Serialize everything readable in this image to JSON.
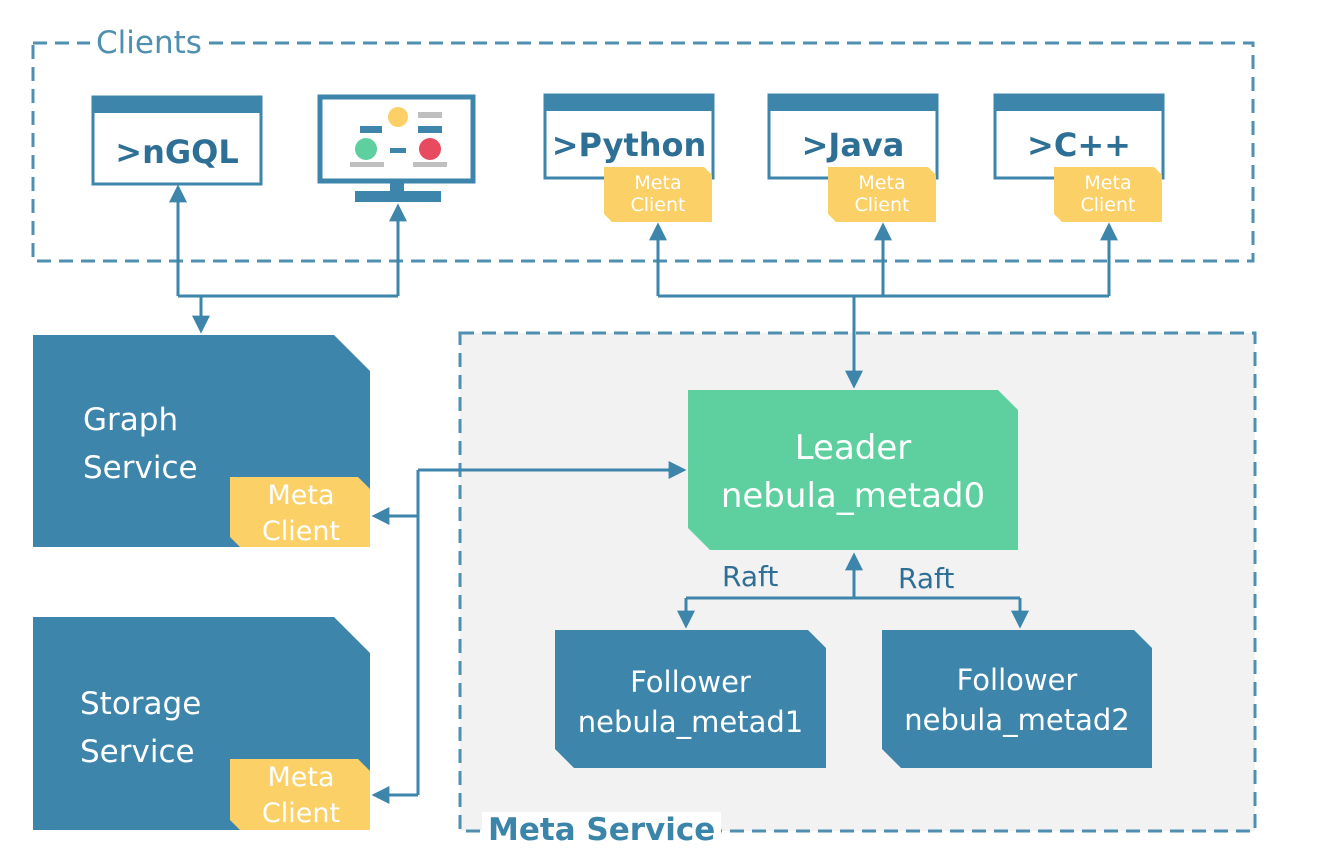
{
  "clients": {
    "title": "Clients",
    "ngql": ">nGQL",
    "python": ">Python",
    "java": ">Java",
    "cpp": ">C++",
    "meta_client": "Meta Client"
  },
  "graph_service": {
    "line1": "Graph",
    "line2": "Service",
    "meta_line1": "Meta",
    "meta_line2": "Client"
  },
  "storage_service": {
    "line1": "Storage",
    "line2": "Service",
    "meta_line1": "Meta",
    "meta_line2": "Client"
  },
  "meta_service": {
    "title": "Meta Service",
    "leader": {
      "role": "Leader",
      "name": "nebula_metad0"
    },
    "follower1": {
      "role": "Follower",
      "name": "nebula_metad1"
    },
    "follower2": {
      "role": "Follower",
      "name": "nebula_metad2"
    },
    "raft_left": "Raft",
    "raft_right": "Raft"
  },
  "small_meta": {
    "line1": "Meta",
    "line2": "Client"
  },
  "colors": {
    "blue": "#3d85ab",
    "green": "#5ecf9f",
    "yellow": "#fad067",
    "dash": "#4f8fb0",
    "panel": "#f2f2f2"
  }
}
